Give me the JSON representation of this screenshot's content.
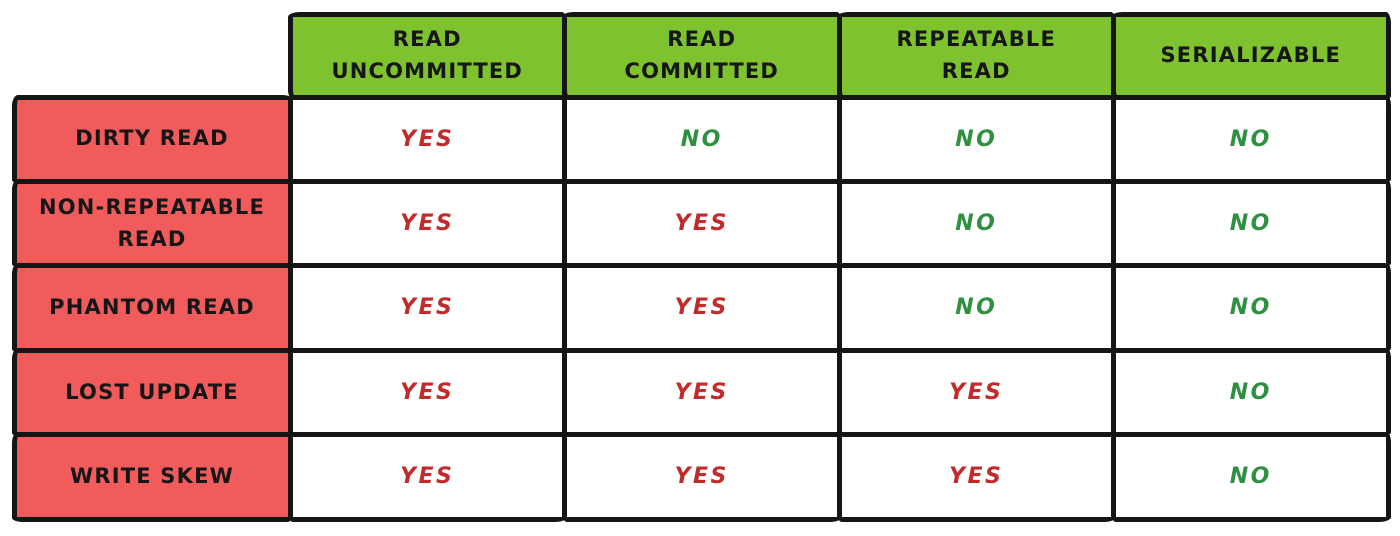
{
  "table": {
    "column_headers": [
      "READ UNCOMMITTED",
      "READ COMMITTED",
      "REPEATABLE READ",
      "SERIALIZABLE"
    ],
    "rows": [
      {
        "label": "DIRTY READ",
        "values": [
          "YES",
          "NO",
          "NO",
          "NO"
        ]
      },
      {
        "label": "NON-REPEATABLE READ",
        "values": [
          "YES",
          "YES",
          "NO",
          "NO"
        ]
      },
      {
        "label": "PHANTOM READ",
        "values": [
          "YES",
          "YES",
          "NO",
          "NO"
        ]
      },
      {
        "label": "LOST UPDATE",
        "values": [
          "YES",
          "YES",
          "YES",
          "NO"
        ]
      },
      {
        "label": "WRITE SKEW",
        "values": [
          "YES",
          "YES",
          "YES",
          "NO"
        ]
      }
    ],
    "colors": {
      "header_bg": "#7ec230",
      "row_header_bg": "#f25b5b",
      "yes_text": "#c22b2b",
      "no_text": "#2e9140",
      "border": "#151515",
      "cell_bg": "#ffffff"
    }
  }
}
